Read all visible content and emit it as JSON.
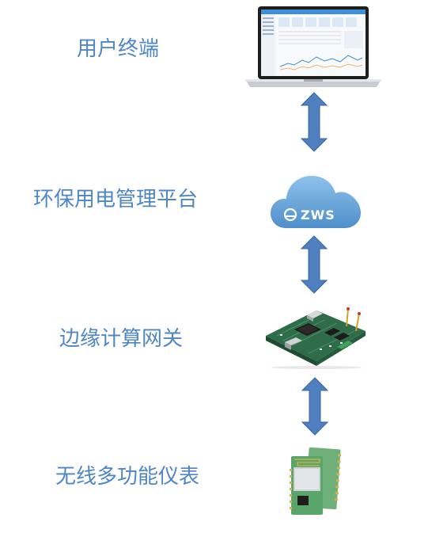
{
  "layers": [
    {
      "label": "用户终端",
      "icon": "laptop-icon"
    },
    {
      "label": "环保用电管理平台",
      "icon": "cloud-icon",
      "badge": "ZWS"
    },
    {
      "label": "边缘计算网关",
      "icon": "circuit-board-icon"
    },
    {
      "label": "无线多功能仪表",
      "icon": "wireless-module-icon"
    }
  ],
  "colors": {
    "label": "#4f86c6",
    "arrow": "#4f7fbf",
    "arrow_stroke": "#3a66a3",
    "cloud": "#6ea9dc",
    "pcb": "#2e6b49",
    "module": "#6fb07a"
  }
}
